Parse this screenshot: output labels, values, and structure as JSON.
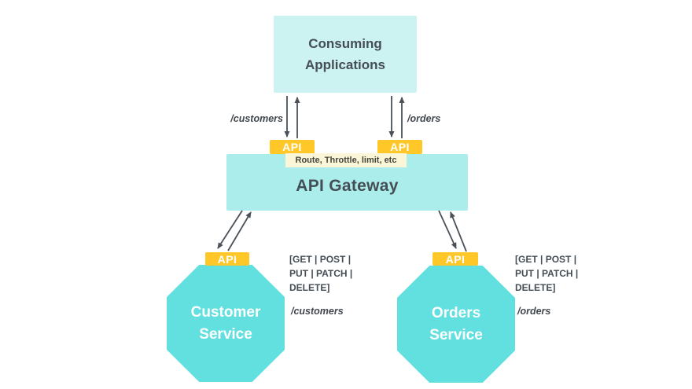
{
  "diagram": {
    "consuming_applications": {
      "label": "Consuming Applications"
    },
    "api_gateway": {
      "label": "API Gateway",
      "banner": "Route, Throttle, limit, etc"
    },
    "api_badge_label": "API",
    "routes": {
      "customers_top": "/customers",
      "orders_top": "/orders",
      "customers_bottom": "/customers",
      "orders_bottom": "/orders"
    },
    "methods": {
      "lines": [
        "[GET | POST |",
        "PUT | PATCH |",
        "DELETE]"
      ]
    },
    "services": {
      "customer": {
        "line1": "Customer",
        "line2": "Service"
      },
      "orders": {
        "line1": "Orders",
        "line2": "Service"
      }
    },
    "colors": {
      "consuming_box": "#ccf3f1",
      "gateway_box": "#abedea",
      "service_octagon": "#61e0df",
      "api_badge": "#ffc727",
      "banner_bg": "#fbf6d8",
      "text_dark": "#454d55",
      "text_white": "#ffffff",
      "arrow": "#4a5158"
    }
  }
}
